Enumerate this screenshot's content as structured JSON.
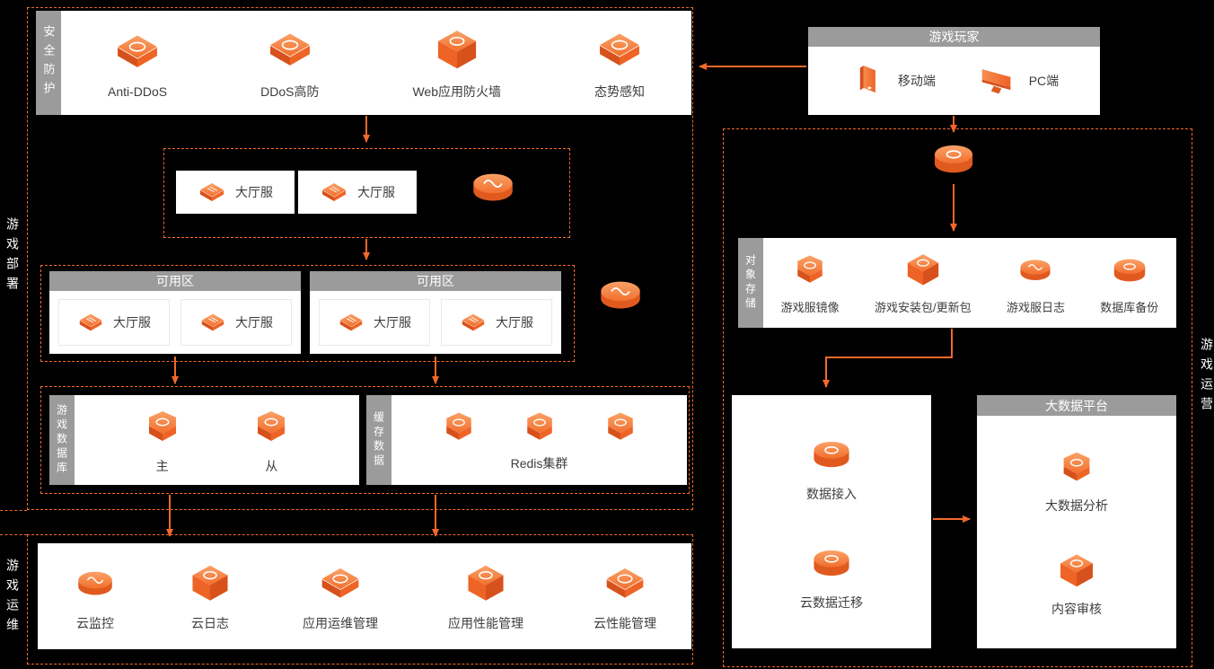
{
  "colors": {
    "accent": "#F3692A",
    "header_gray": "#9B9B9B",
    "panel": "#FFFFFF",
    "background": "#000000"
  },
  "regions": {
    "deploy": {
      "label": "游戏部署"
    },
    "ops": {
      "label": "游戏运维"
    },
    "operate": {
      "label": "游戏运营"
    }
  },
  "security": {
    "title": "安全防护",
    "items": [
      {
        "label": "Anti-DDoS",
        "icon": "anti-ddos-icon"
      },
      {
        "label": "DDoS高防",
        "icon": "ddos-protection-icon"
      },
      {
        "label": "Web应用防火墙",
        "icon": "waf-icon"
      },
      {
        "label": "态势感知",
        "icon": "situation-awareness-icon"
      }
    ]
  },
  "players": {
    "title": "游戏玩家",
    "items": [
      {
        "label": "移动端",
        "icon": "mobile-icon"
      },
      {
        "label": "PC端",
        "icon": "pc-icon"
      }
    ]
  },
  "lobby": {
    "servers": [
      {
        "label": "大厅服"
      },
      {
        "label": "大厅服"
      }
    ],
    "slb_icon": "load-balancer-icon"
  },
  "zones": [
    {
      "title": "可用区",
      "servers": [
        {
          "label": "大厅服"
        },
        {
          "label": "大厅服"
        }
      ]
    },
    {
      "title": "可用区",
      "servers": [
        {
          "label": "大厅服"
        },
        {
          "label": "大厅服"
        }
      ]
    }
  ],
  "database": {
    "title": "游戏数据库",
    "items": [
      {
        "label": "主",
        "icon": "master-db-icon"
      },
      {
        "label": "从",
        "icon": "slave-db-icon"
      }
    ]
  },
  "cache": {
    "title": "缓存数据",
    "cluster_label": "Redis集群",
    "node_icon": "redis-node-icon"
  },
  "cdn": {
    "icon": "cdn-icon"
  },
  "storage": {
    "title": "对象存储",
    "items": [
      {
        "label": "游戏服镜像",
        "icon": "server-image-icon"
      },
      {
        "label": "游戏安装包/更新包",
        "icon": "install-package-icon"
      },
      {
        "label": "游戏服日志",
        "icon": "server-log-icon"
      },
      {
        "label": "数据库备份",
        "icon": "db-backup-icon"
      }
    ]
  },
  "dataflow": {
    "items": [
      {
        "label": "数据接入",
        "icon": "data-access-icon"
      },
      {
        "label": "云数据迁移",
        "icon": "data-migration-icon"
      }
    ]
  },
  "bigdata": {
    "title": "大数据平台",
    "items": [
      {
        "label": "大数据分析",
        "icon": "bigdata-analysis-icon"
      },
      {
        "label": "内容审核",
        "icon": "content-review-icon"
      }
    ]
  },
  "opsbox": {
    "items": [
      {
        "label": "云监控",
        "icon": "cloud-monitor-icon"
      },
      {
        "label": "云日志",
        "icon": "cloud-log-icon"
      },
      {
        "label": "应用运维管理",
        "icon": "app-ops-icon"
      },
      {
        "label": "应用性能管理",
        "icon": "app-performance-icon"
      },
      {
        "label": "云性能管理",
        "icon": "cloud-performance-icon"
      }
    ]
  }
}
